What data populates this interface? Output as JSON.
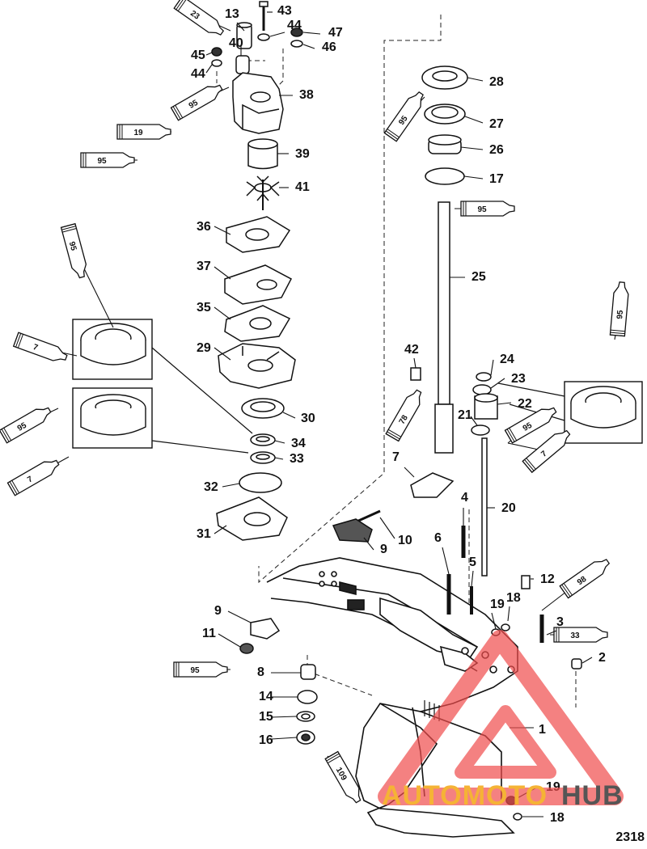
{
  "diagram_number": "2318",
  "callouts": {
    "c1": "1",
    "c2": "2",
    "c3": "3",
    "c4": "4",
    "c5": "5",
    "c6": "6",
    "c7": "7",
    "c8": "8",
    "c9a": "9",
    "c9b": "9",
    "c10": "10",
    "c11": "11",
    "c12": "12",
    "c13": "13",
    "c14": "14",
    "c15": "15",
    "c16": "16",
    "c17": "17",
    "c18a": "18",
    "c18b": "18",
    "c19a": "19",
    "c19b": "19",
    "c20": "20",
    "c21": "21",
    "c22": "22",
    "c23": "23",
    "c24": "24",
    "c25": "25",
    "c26": "26",
    "c27": "27",
    "c28": "28",
    "c29": "29",
    "c30": "30",
    "c31": "31",
    "c32": "32",
    "c33": "33",
    "c34": "34",
    "c35": "35",
    "c36": "36",
    "c37": "37",
    "c38": "38",
    "c39": "39",
    "c40": "40",
    "c41": "41",
    "c42": "42",
    "c43": "43",
    "c44a": "44",
    "c44b": "44",
    "c45": "45",
    "c46": "46",
    "c47": "47"
  },
  "tubes": {
    "t23": "23",
    "t95a": "95",
    "t19": "19",
    "t95b": "95",
    "t95c": "95",
    "t7a": "7",
    "t95d": "95",
    "t7b": "7",
    "t95e": "95",
    "t95f": "95",
    "t95g": "95",
    "t78": "78",
    "t95h": "95",
    "t7c": "7",
    "t98": "98",
    "t33": "33",
    "t95i": "95",
    "t109": "109"
  },
  "watermark": {
    "brand_a": "AUTOMOTO",
    "brand_b": "HUB",
    "color_primary": "#f04b4b",
    "color_secondary": "#f5b335",
    "color_dark": "#555555"
  }
}
